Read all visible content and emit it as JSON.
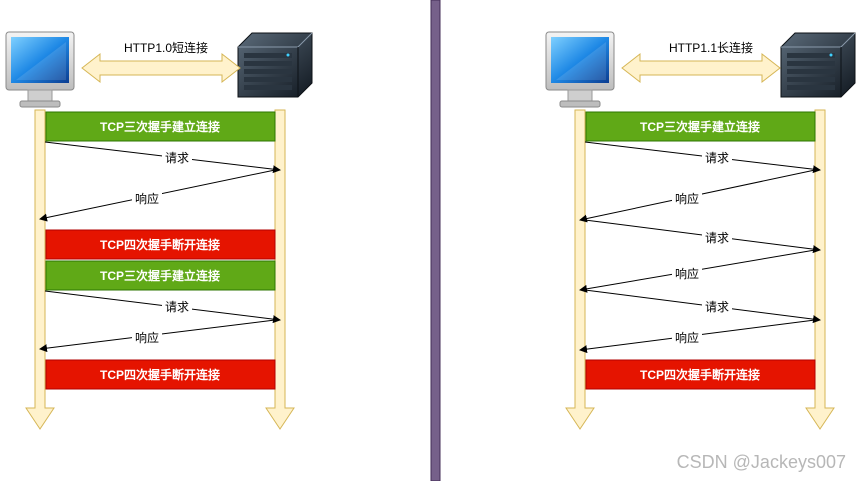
{
  "left_panel": {
    "title": "HTTP1.0短连接",
    "bars": [
      {
        "label": "TCP三次握手建立连接",
        "color": "#60a917"
      },
      {
        "label": "TCP四次握手断开连接",
        "color": "#e51400"
      },
      {
        "label": "TCP三次握手建立连接",
        "color": "#60a917"
      },
      {
        "label": "TCP四次握手断开连接",
        "color": "#e51400"
      }
    ],
    "messages": [
      "请求",
      "响应",
      "请求",
      "响应"
    ]
  },
  "right_panel": {
    "title": "HTTP1.1长连接",
    "bars": [
      {
        "label": "TCP三次握手建立连接",
        "color": "#60a917"
      },
      {
        "label": "TCP四次握手断开连接",
        "color": "#e51400"
      }
    ],
    "messages": [
      "请求",
      "响应",
      "请求",
      "响应",
      "请求",
      "响应"
    ]
  },
  "watermark": "CSDN @Jackeys007",
  "colors": {
    "lifeline_fill": "#fff2cc",
    "lifeline_stroke": "#d6b656",
    "divider": "#76608a"
  },
  "icons": {
    "client": "monitor-icon",
    "server": "server-icon"
  }
}
